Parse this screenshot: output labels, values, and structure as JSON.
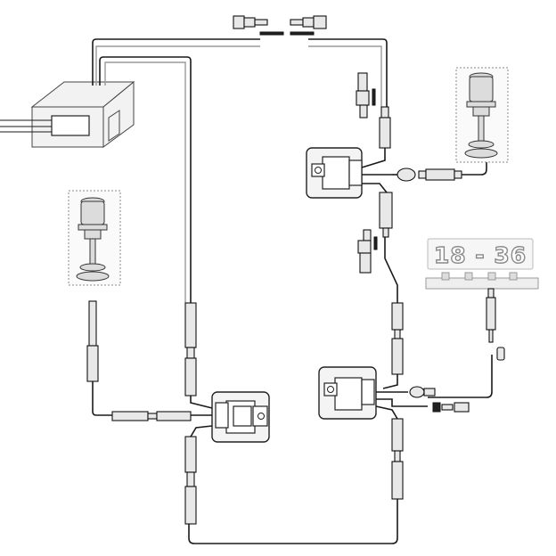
{
  "sign": {
    "text": "18 - 36"
  },
  "colors": {
    "wire": "#1a1a1a",
    "plug": "#e8e8e8",
    "frame": "#888888",
    "sign_text_fill": "#ffffff",
    "sign_text_stroke": "#8a8a8a"
  },
  "components": {
    "house": "building-with-power-box",
    "lamp_left": "light-fixture-icon",
    "lamp_right": "light-fixture-icon",
    "sign": "illuminated-number-sign",
    "transformers": [
      "transformer-bottom-left",
      "transformer-top-right",
      "transformer-bottom-right"
    ]
  }
}
